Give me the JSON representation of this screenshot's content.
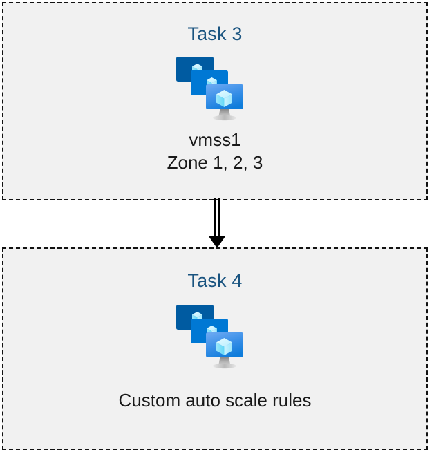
{
  "page": {
    "background_color": "#ffffff",
    "type": "flow-diagram"
  },
  "theme": {
    "box_fill": "#f1f1f1",
    "box_border": "#121212",
    "title_color": "#1a5480",
    "caption_color": "#191919",
    "arrow_color": "#000000",
    "icon_back_monitor": "#005ba1",
    "icon_mid_monitor": "#0078d4",
    "icon_front_monitor_top": "#5ea0ef",
    "icon_front_monitor_bottom": "#0f7ddb",
    "icon_cube_light": "#c3f1ff",
    "icon_cube_mid": "#9cebff",
    "icon_cube_dark": "#50e6ff",
    "icon_stand": "#b3b3b3"
  },
  "nodes": [
    {
      "id": "task-3",
      "title": "Task 3",
      "icon": "vm-scale-set-icon",
      "caption": "vmss1\nZone 1, 2, 3"
    },
    {
      "id": "task-4",
      "title": "Task 4",
      "icon": "vm-scale-set-icon",
      "caption": "Custom auto scale rules"
    }
  ],
  "connector": {
    "id": "task3-to-task4-arrow",
    "name": "double-line-arrow-down-icon",
    "from": "task-3",
    "to": "task-4",
    "direction": "down",
    "style": "double-line-with-solid-arrowhead"
  }
}
